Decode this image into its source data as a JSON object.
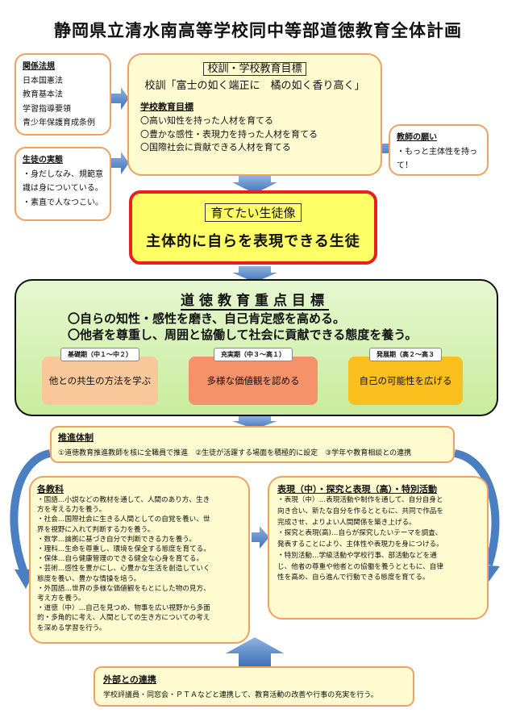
{
  "title": "静岡県立清水南高等学校同中等部道徳教育全体計画",
  "laws": {
    "head": "関係法規",
    "items": [
      "日本国憲法",
      "教育基本法",
      "学習指導要領",
      "青少年保護育成条例"
    ]
  },
  "students": {
    "head": "生徒の実態",
    "items": [
      "・身だしなみ、規範意",
      "識は身についている。",
      "・素直で人なつこい。"
    ]
  },
  "teachers": {
    "head": "教師の願い",
    "items": [
      "・もっと主体性を持っ",
      "て！"
    ]
  },
  "school": {
    "motto_head": "校訓・学校教育目標",
    "motto": "校訓「富士の如く端正に　橘の如く香り高く」",
    "goals_head": "学校教育目標",
    "goals": [
      "〇高い知性を持った人材を育てる",
      "〇豊かな感性・表現力を持った人材を育てる",
      "〇国際社会に貢献できる人材を育てる"
    ]
  },
  "ideal": {
    "label": "育てたい生徒像",
    "main": "主体的に自らを表現できる生徒"
  },
  "moral": {
    "title": "道徳教育重点目標",
    "lines": [
      "〇自らの知性・感性を磨き、自己肯定感を高める。",
      "〇他者を尊重し、周囲と協働して社会に貢献できる態度を養う。"
    ],
    "stages": [
      {
        "tag": "基礎期（中１～中２）",
        "text": "他との共生の方法を学ぶ"
      },
      {
        "tag": "充実期（中３～高１）",
        "text": "多様な価値観を認める"
      },
      {
        "tag": "発展期（高２～高３",
        "text": "自己の可能性を広げる"
      }
    ]
  },
  "suishin": {
    "head": "推進体制",
    "body": "①道徳教育推進教師を核に全職員で推進　②生徒が活躍する場面を積極的に設定　③学年や教育相談との連携"
  },
  "subjects": {
    "head": "各教科",
    "lines": [
      "・国語…小説などの教材を通して、人間のあり方、生き",
      "方を考える力を養う。",
      "・社会…国際社会に生きる人間としての自覚を養い、世",
      "界を視野に入れて判断する力を養う。",
      "・数学…論拠に基づき自分で判断できる力を養う。",
      "・理科…生命を尊重し、環境を保全する態度を育てる。",
      "・保体…自ら健康管理のできる健全な心身を育てる。",
      "・芸術…感性を豊かにし、心豊かな生活を創造していく",
      "態度を養い、豊かな情操を培う。",
      "・外国語…世界の多様な価値観をもとにした物の見方、",
      "考え方を養う。",
      "・道徳（中）…自己を見つめ、物事を広い視野から多面",
      "的・多角的に考え、人間としての生き方についての考え",
      "を深める学習を行う。"
    ]
  },
  "activities": {
    "head": "表現（中）・探究と表現（高）・特別活動",
    "lines": [
      "・表現（中）…表現活動や制作を通して、自分自身と",
      "向き合い、新たな自分を作るとともに、共同で作品を",
      "完成させ、よりよい人間関係を築き上げる。",
      "・探究と表現(高)…自らが探究したいテーマを調査、",
      "発表することにより、主体性や表現力を身につける。",
      "・特別活動…学級活動や学校行事、部活動などを通",
      "じ、他者の尊重や他者との協働を養うとともに、自律",
      "性を高め、自ら進んで行動できる態度を育てる。"
    ]
  },
  "external": {
    "head": "外部との連携",
    "body": "学校評議員・同窓会・ＰＴＡなどと連携して、教育活動の改善や行事の充実を行う。"
  },
  "colors": {
    "orange_border": "#f0a060",
    "red_border": "#e8201f",
    "arrow_blue": "#4a7fc1",
    "stage1": "#f8c89a",
    "stage2": "#f5926a",
    "stage3": "#fbbf1e"
  }
}
